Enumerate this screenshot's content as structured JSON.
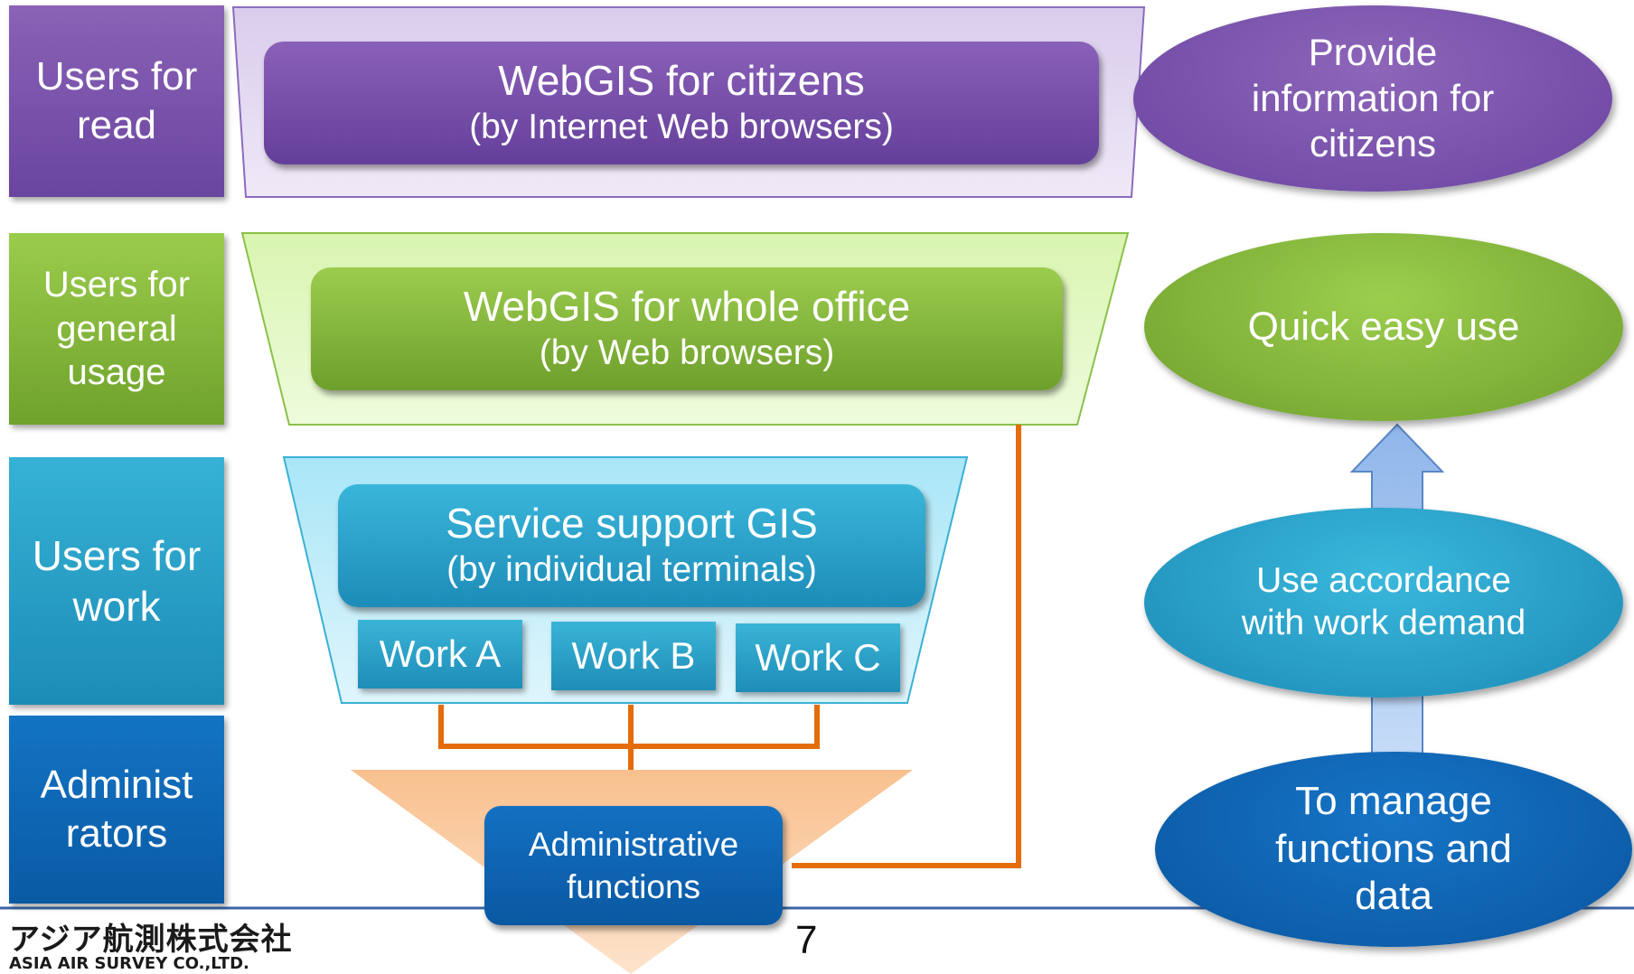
{
  "user_labels": {
    "read": "Users for\nread",
    "general": "Users for\ngeneral\nusage",
    "work": "Users for\nwork",
    "admin": "Administ\nrators"
  },
  "systems": {
    "citizens": {
      "title": "WebGIS for citizens",
      "subtitle": "(by Internet Web browsers)"
    },
    "office": {
      "title": "WebGIS for whole office",
      "subtitle": "(by Web browsers)"
    },
    "service": {
      "title": "Service support GIS",
      "subtitle": "(by individual terminals)"
    },
    "works": [
      "Work A",
      "Work B",
      "Work C"
    ],
    "admin_functions": "Administrative\nfunctions"
  },
  "purposes": {
    "citizens": "Provide\ninformation for\ncitizens",
    "quick": "Quick easy use",
    "work_demand": "Use accordance\nwith work demand",
    "manage": "To manage\nfunctions and\ndata"
  },
  "footer": {
    "company_jp": "アジア航測株式会社",
    "company_en": "ASIA AIR SURVEY CO.,LTD.",
    "page_number": "7"
  },
  "colors": {
    "purple": "#7b55a8",
    "green": "#8cbf3f",
    "teal": "#2ba3c9",
    "blue": "#1068b8",
    "orange": "#e46c0a"
  }
}
